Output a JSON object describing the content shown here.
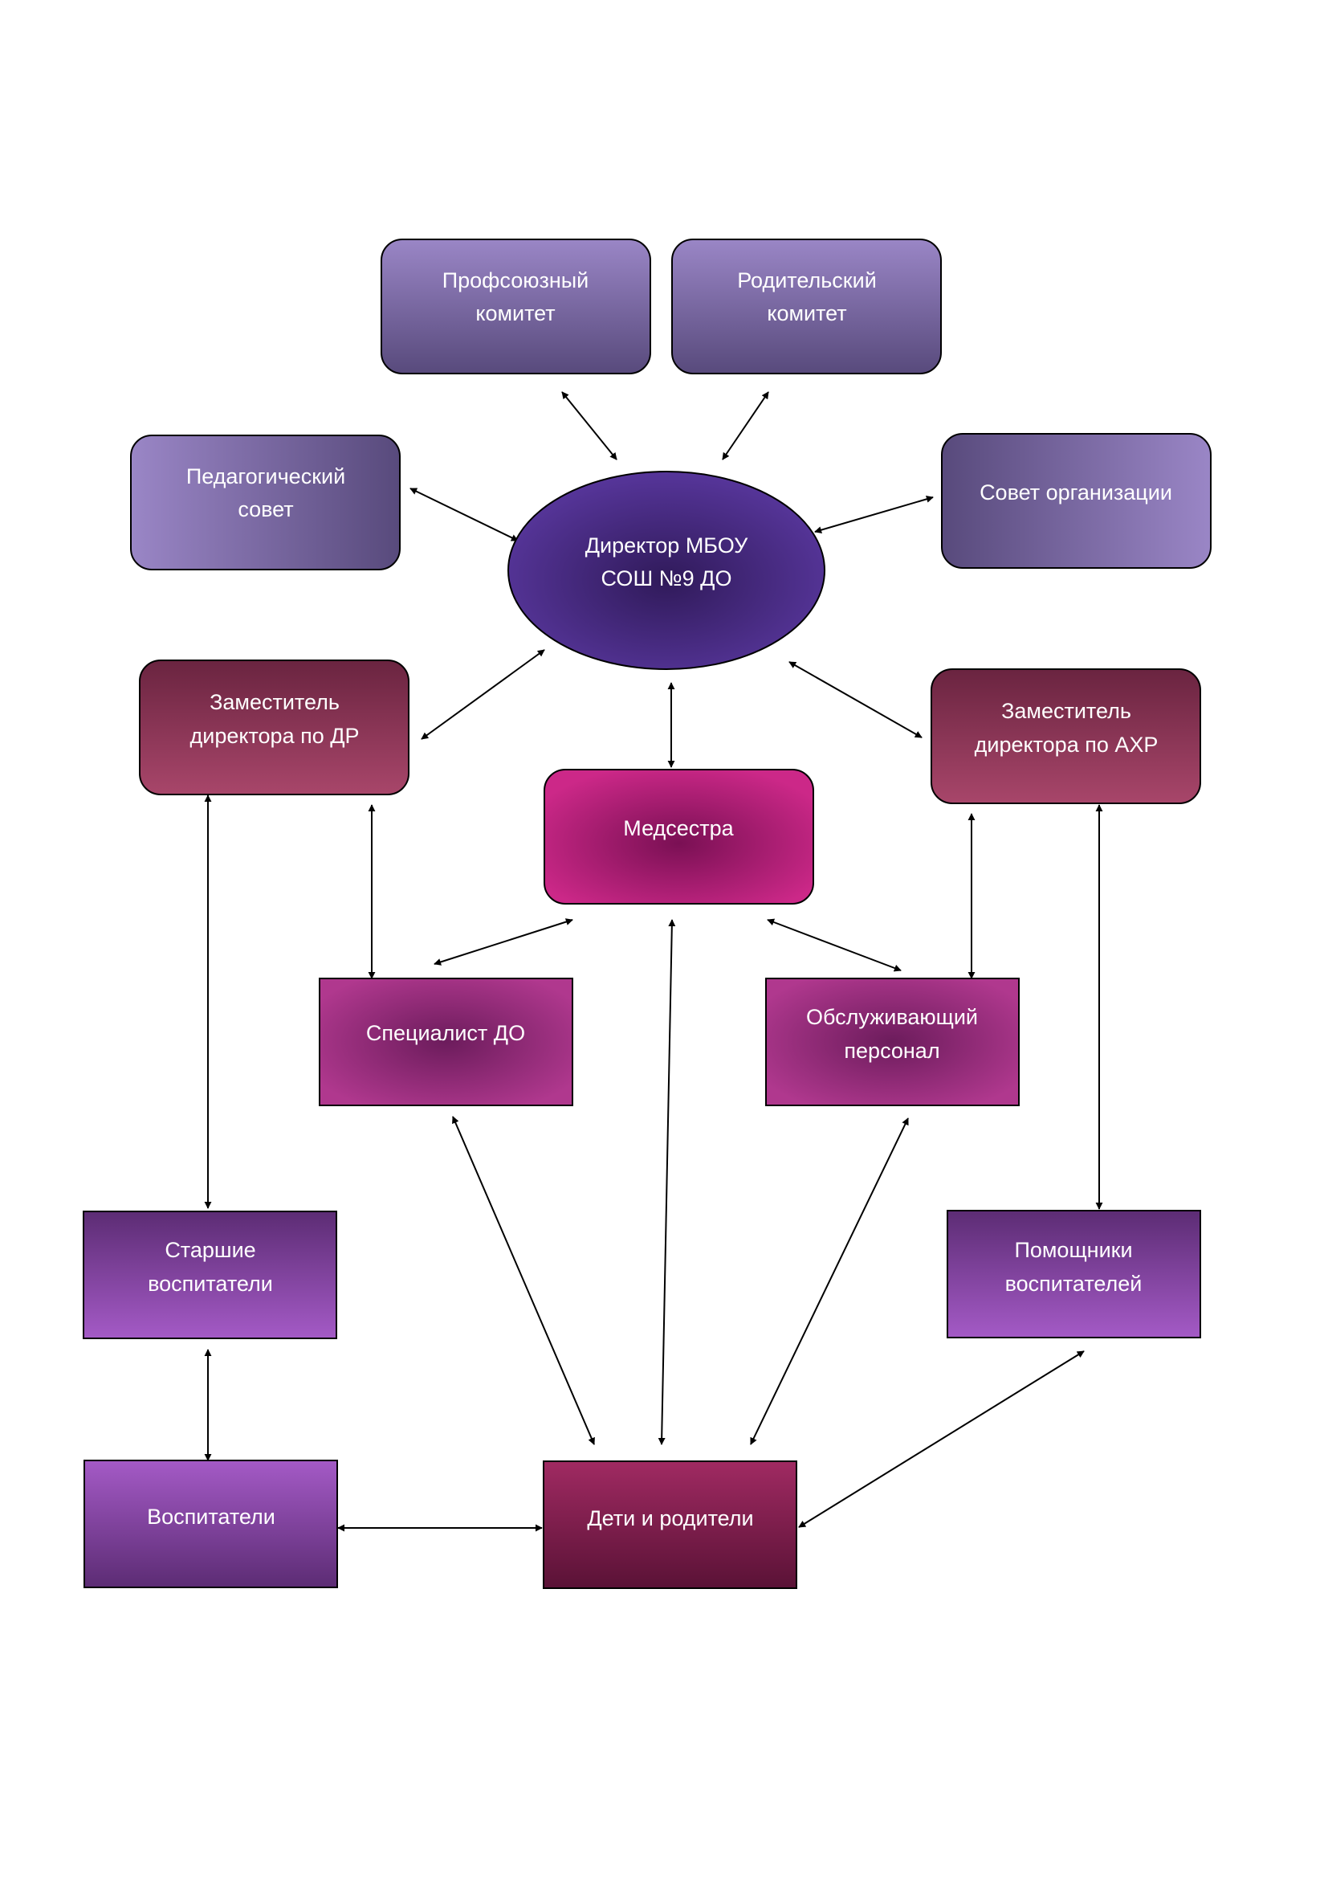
{
  "nodes": {
    "profsoyuz": [
      "Профсоюзный",
      "комитет"
    ],
    "roditelsky": [
      "Родительский",
      "комитет"
    ],
    "pedsovet": [
      "Педагогический",
      "совет"
    ],
    "sovet_org": [
      "Совет организации"
    ],
    "director": [
      "Директор МБОУ",
      "СОШ №9 ДО"
    ],
    "deputy_dr": [
      "Заместитель",
      "директора по ДР"
    ],
    "deputy_ahr": [
      "Заместитель",
      "директора по АХР"
    ],
    "nurse": [
      "Медсестра"
    ],
    "specialist": [
      "Специалист ДО"
    ],
    "service_staff": [
      "Обслуживающий",
      "персонал"
    ],
    "senior_teachers": [
      "Старшие",
      "воспитатели"
    ],
    "assistants": [
      "Помощники",
      "воспитателей"
    ],
    "teachers": [
      "Воспитатели"
    ],
    "children_parents": [
      "Дети и родители"
    ]
  },
  "colors": {
    "lavender_light": "#9a86c6",
    "lavender_dark": "#584a7c",
    "director_light": "#5a38a0",
    "director_dark": "#301a5a",
    "wine_light": "#a8466a",
    "wine_dark": "#6a2440",
    "nurse_light": "#cc2888",
    "nurse_dark": "#7a1054",
    "magenta_light": "#b0388e",
    "magenta_dark": "#6c1c5c",
    "violet_light": "#a45ac6",
    "violet_dark": "#5c2c74",
    "dark_wine_light": "#a02a62",
    "dark_wine_dark": "#5a1236",
    "line": "#000000"
  }
}
